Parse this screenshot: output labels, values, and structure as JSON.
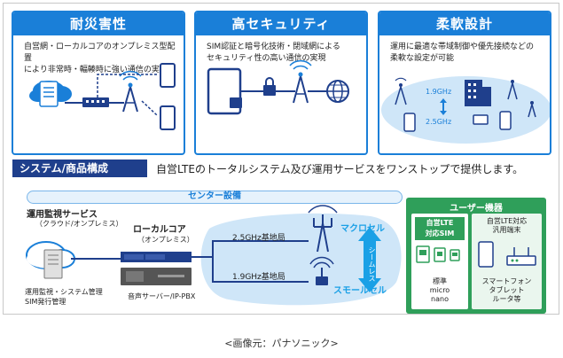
{
  "cards": [
    {
      "title": "耐災害性",
      "desc_line1": "自営網・ローカルコアのオンプレミス型配置",
      "desc_line2": "により非常時・輻輳時に強い通信の実現",
      "icon": "server-network-icon"
    },
    {
      "title": "高セキュリティ",
      "desc_line1": "SIM認証と暗号化技術・閉域網による",
      "desc_line2": "セキュリティ性の高い通信の実現",
      "icon": "tablet-lock-icon"
    },
    {
      "title": "柔軟設計",
      "desc_line1": "運用に最適な帯域制御や優先接続などの",
      "desc_line2": "柔軟な設定が可能",
      "icon": "flexible-band-icon",
      "freq_top": "1.9GHz",
      "freq_bottom": "2.5GHz"
    }
  ],
  "system": {
    "label": "システム/商品構成",
    "description": "自営LTEのトータルシステム及び運用サービスをワンストップで提供します。",
    "center_label": "センター設備",
    "ops_service_title": "運用監視サービス",
    "ops_service_sub": "（クラウド/オンプレミス）",
    "ops_mgmt_line1": "運用監視・システム管理",
    "ops_mgmt_line2": "SIM発行管理",
    "local_core_title": "ローカルコア",
    "local_core_sub": "（オンプレミス）",
    "voice_server": "音声サーバー/IP-PBX",
    "base_25": "2.5GHz基地局",
    "base_19": "1.9GHz基地局",
    "macro_cell": "マクロセル",
    "seamless": "シームレス",
    "small_cell": "スモールセル"
  },
  "user_equipment": {
    "title": "ユーザー機器",
    "sim_label_line1": "自営LTE",
    "sim_label_line2": "対応SIM",
    "sim_types_line1": "標準",
    "sim_types_line2": "micro",
    "sim_types_line3": "nano",
    "device_label_line1": "自営LTE対応",
    "device_label_line2": "汎用端末",
    "device_types_line1": "スマートフォン",
    "device_types_line2": "タブレット",
    "device_types_line3": "ルータ等"
  },
  "caption": "<画像元：パナソニック>",
  "colors": {
    "primary_blue": "#1a7fd8",
    "navy": "#1f3f8c",
    "light_blue": "#cfe6f8",
    "green": "#2f9f5a",
    "cyan_text": "#1aa0e6"
  }
}
